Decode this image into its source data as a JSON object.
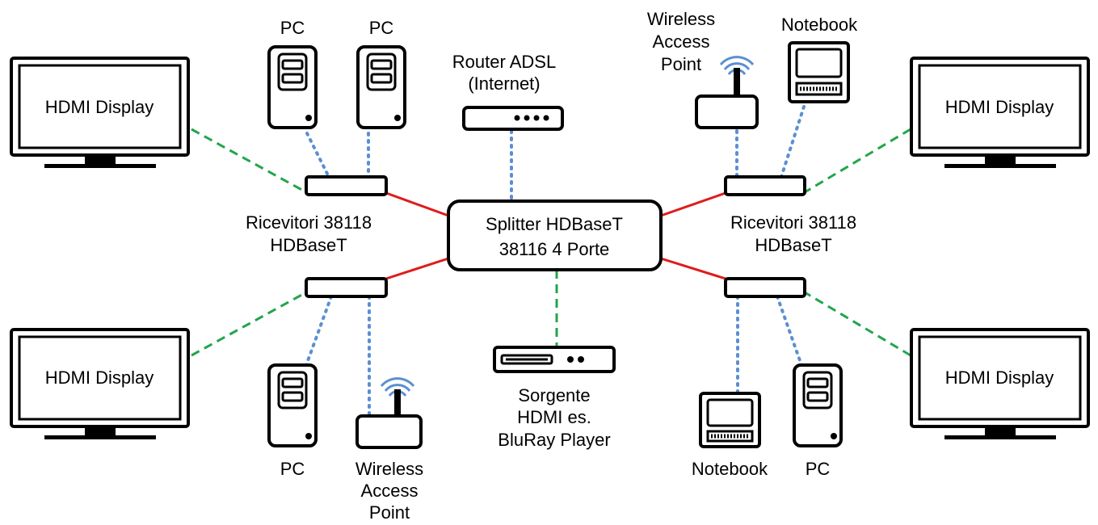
{
  "colors": {
    "hdmi_link": "#22a54b",
    "ethernet_link": "#5b8fd1",
    "hdbaset_link": "#e01b1b",
    "stroke": "#000000",
    "background": "#ffffff"
  },
  "labels": {
    "splitter": [
      "Splitter HDBaseT",
      "38116 4 Porte"
    ],
    "receivers_left": [
      "Ricevitori 38118",
      "HDBaseT"
    ],
    "receivers_right": [
      "Ricevitori 38118",
      "HDBaseT"
    ],
    "router": [
      "Router ADSL",
      "(Internet)"
    ],
    "source": [
      "Sorgente",
      "HDMI es.",
      "BluRay Player"
    ],
    "display_top_left": "HDMI Display",
    "display_bottom_left": "HDMI Display",
    "display_top_right": "HDMI Display",
    "display_bottom_right": "HDMI Display",
    "pc_top_1": "PC",
    "pc_top_2": "PC",
    "pc_bottom_left": "PC",
    "pc_bottom_right": "PC",
    "wap_top": [
      "Wireless",
      "Access",
      "Point"
    ],
    "wap_bottom": [
      "Wireless",
      "Access",
      "Point"
    ],
    "notebook_top": "Notebook",
    "notebook_bottom": "Notebook"
  },
  "icons": {
    "display": "monitor-icon",
    "pc": "pc-tower-icon",
    "router": "router-icon",
    "wap": "wireless-access-point-icon",
    "notebook": "notebook-icon",
    "source": "bluray-player-icon",
    "receiver": "receiver-icon"
  }
}
